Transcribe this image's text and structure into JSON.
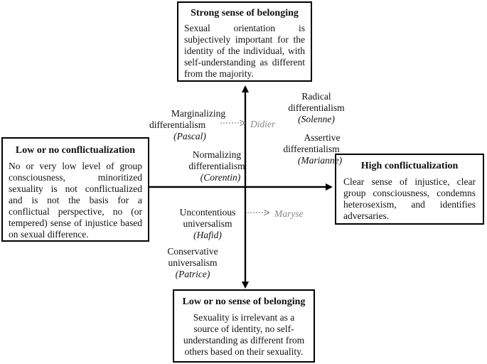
{
  "boxes": {
    "top": {
      "title": "Strong sense of belonging",
      "body": "Sexual orientation is subjectively important for the identity of the individual, with self-understanding as different from the majority."
    },
    "left": {
      "title": "Low or no conflictualization",
      "body": "No or very low level of group consciousness, minoritized sexuality is not conflictualized and is not the basis for a conflictual perspective, no (or tempered) sense of injustice based on sexual difference."
    },
    "right": {
      "title": "High conflictualization",
      "body": "Clear sense of injustice, clear group consciousness, condemns heterosexism, and identifies adversaries."
    },
    "bottom": {
      "title": "Low or no sense of belonging",
      "body": "Sexuality is irrelevant as a source of identity, no self-understanding as different from others based on their sexuality."
    }
  },
  "positions": {
    "radical": {
      "line1": "Radical",
      "line2": "differentialism",
      "person": "(Solenne)"
    },
    "marginalizing": {
      "line1": "Marginalizing",
      "line2": "differentialism",
      "person": "(Pascal)"
    },
    "assertive": {
      "line1": "Assertive",
      "line2": "differentialism",
      "person": "(Marianne)"
    },
    "normalizing": {
      "line1": "Normalizing",
      "line2": "differentialism",
      "person": "(Corentin)"
    },
    "uncontentious": {
      "line1": "Uncontentious",
      "line2": "universalism",
      "person": "(Hafid)"
    },
    "conservative": {
      "line1": "Conservative",
      "line2": "universalism",
      "person": "(Patrice)"
    }
  },
  "movers": {
    "didier": "Didier",
    "maryse": "Maryse"
  },
  "colors": {
    "line": "#000000",
    "ghost": "#8a8a8a"
  }
}
